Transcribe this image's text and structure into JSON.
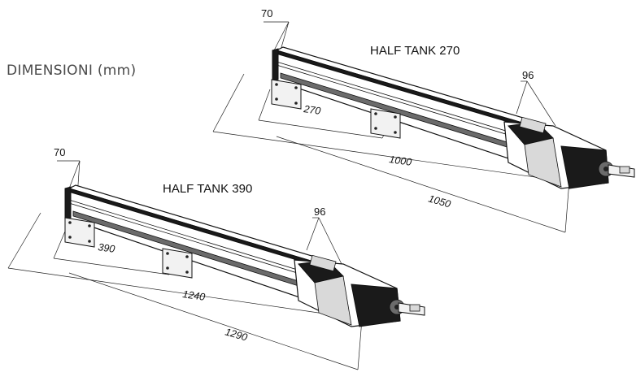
{
  "heading": "DIMENSIONI (mm)",
  "actuators": [
    {
      "model": "HALF TANK 270",
      "dims": {
        "width_rear": "70",
        "width_front": "96",
        "bracket_spacing": "270",
        "body_length": "1000",
        "overall_length": "1050"
      }
    },
    {
      "model": "HALF TANK 390",
      "dims": {
        "width_rear": "70",
        "width_front": "96",
        "bracket_spacing": "390",
        "body_length": "1240",
        "overall_length": "1290"
      }
    }
  ]
}
